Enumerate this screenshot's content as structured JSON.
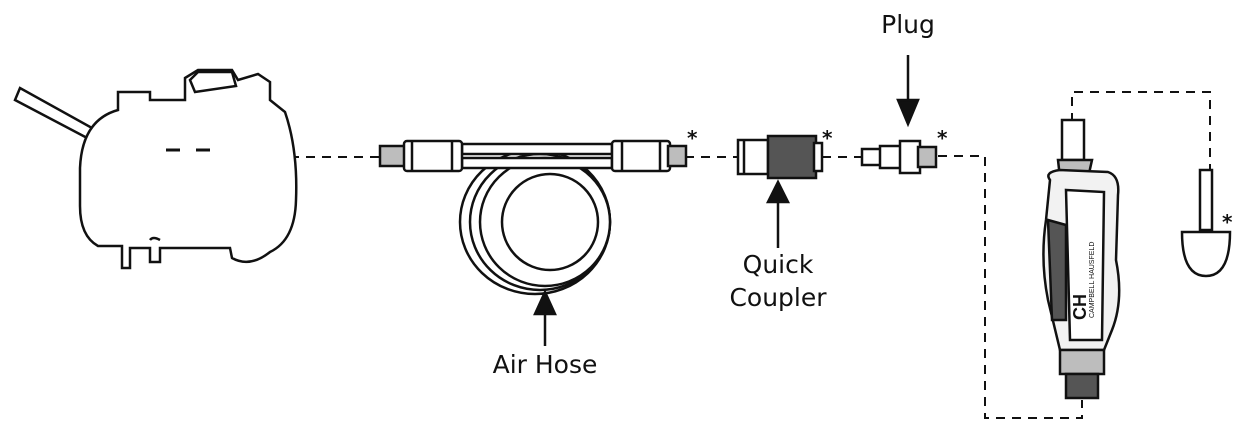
{
  "labels": {
    "plug": "Plug",
    "quick_coupler_line1": "Quick",
    "quick_coupler_line2": "Coupler",
    "air_hose": "Air Hose"
  },
  "marks": {
    "asterisk": "*"
  },
  "tool_brand": "CAMPBELL HAUSFELD",
  "tool_logo": "CH",
  "colors": {
    "line": "#111111",
    "fill_light": "#f2f2f2",
    "fill_mid": "#bdbdbd",
    "fill_dark": "#555555"
  }
}
